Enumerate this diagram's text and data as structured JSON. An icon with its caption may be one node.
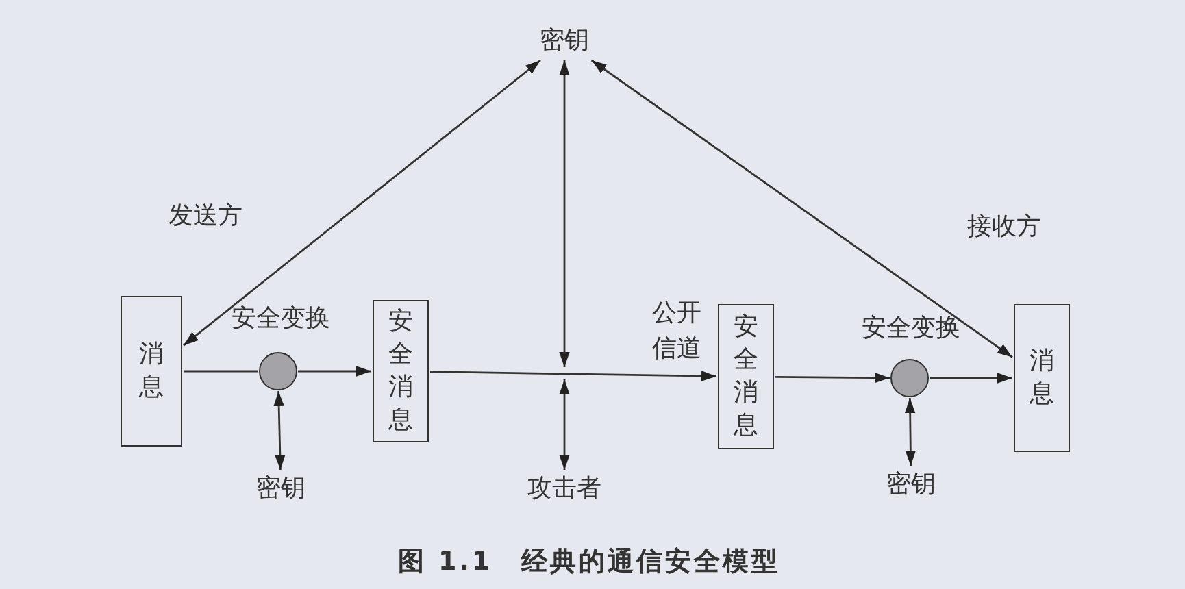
{
  "diagram": {
    "caption": "图 1.1　经典的通信安全模型",
    "nodes": [
      {
        "text": [
          "密钥"
        ]
      },
      {
        "text": [
          "消息"
        ]
      },
      {
        "text": [],
        "shape": "circle",
        "beside": [
          "安全变换"
        ]
      },
      {
        "text": [
          "安全消息"
        ]
      },
      {
        "text": [
          "密钥"
        ]
      },
      {
        "text": [
          "攻击者"
        ]
      },
      {
        "text": [
          "安全消息"
        ]
      },
      {
        "text": [],
        "shape": "circle",
        "beside": [
          "安全变换"
        ]
      },
      {
        "text": [
          "密钥"
        ]
      },
      {
        "text": [
          "消息"
        ]
      }
    ],
    "edges": [
      {
        "from": 0,
        "to": 1,
        "arrow": "both",
        "label": "发送方"
      },
      {
        "from": 1,
        "to": 2,
        "arrow": "none"
      },
      {
        "from": 2,
        "to": 3,
        "arrow": "to"
      },
      {
        "from": 2,
        "to": 4,
        "arrow": "both"
      },
      {
        "from": 3,
        "to": 6,
        "arrow": "to",
        "label": "公开信道"
      },
      {
        "from": 0,
        "to": null,
        "arrow": "both"
      },
      {
        "from": 5,
        "to": null,
        "arrow": "both"
      },
      {
        "from": 6,
        "to": 7,
        "arrow": "to"
      },
      {
        "from": 7,
        "to": 9,
        "arrow": "to"
      },
      {
        "from": 7,
        "to": 8,
        "arrow": "both"
      },
      {
        "from": 0,
        "to": 9,
        "arrow": "both",
        "label": "接收方"
      }
    ]
  }
}
